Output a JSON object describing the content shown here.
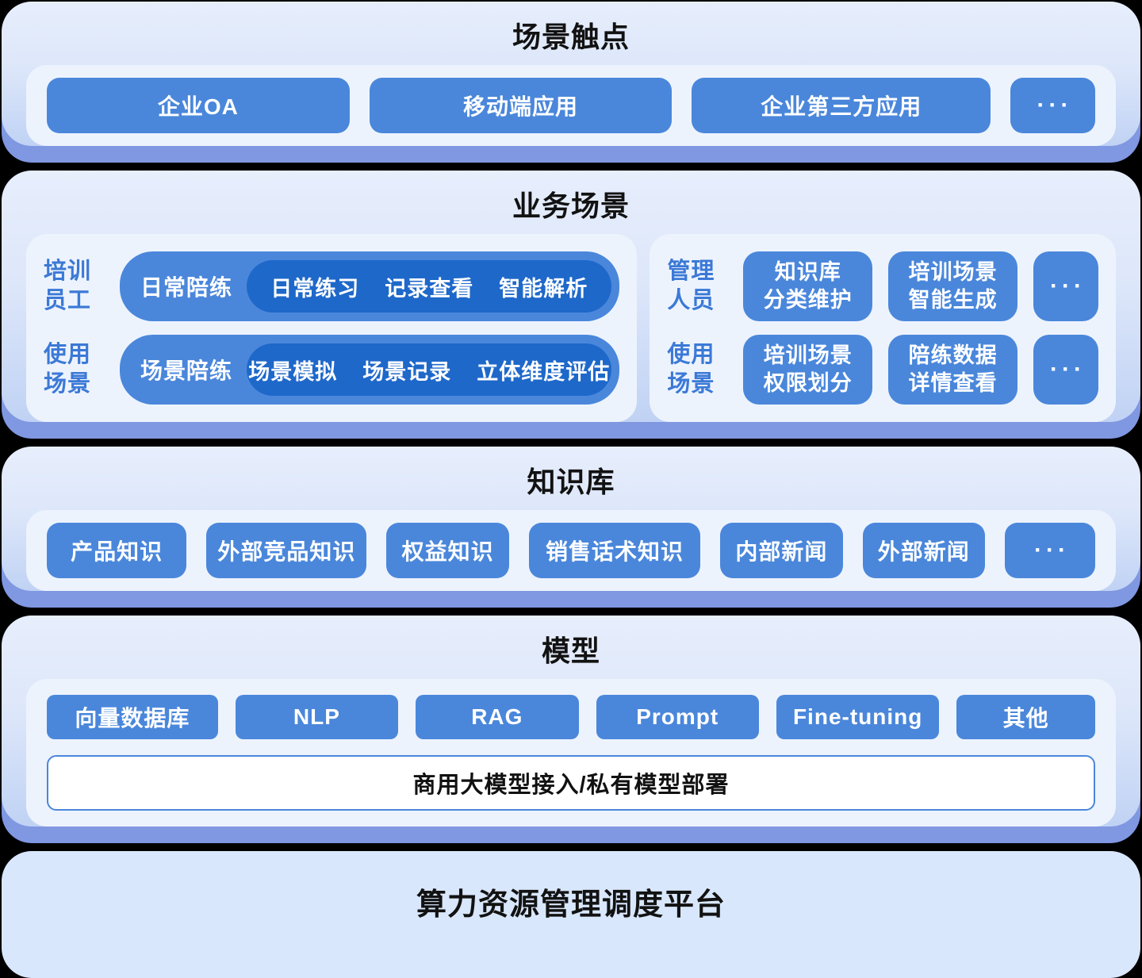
{
  "colors": {
    "page_background": "#000000",
    "card_background_top": "#e7eefc",
    "card_background_bottom": "#c0d2f4",
    "card_lip": "#8097e1",
    "panel_background": "#edf3fd",
    "button_blue": "#4a87db",
    "inner_pill_blue": "#1e68ca",
    "label_blue": "#3b79d6",
    "title_text": "#121212",
    "button_text": "#ffffff"
  },
  "touchpoints": {
    "title": "场景触点",
    "buttons": [
      "企业OA",
      "移动端应用",
      "企业第三方应用"
    ],
    "more": "···"
  },
  "business": {
    "title": "业务场景",
    "left": {
      "role_label_row1": "培训\n员工",
      "role_label_row2": "使用\n场景",
      "rows": [
        {
          "tag": "日常陪练",
          "items": [
            "日常练习",
            "记录查看",
            "智能解析"
          ]
        },
        {
          "tag": "场景陪练",
          "items": [
            "场景模拟",
            "场景记录",
            "立体维度评估"
          ]
        }
      ]
    },
    "right": {
      "role_label_row1": "管理\n人员",
      "role_label_row2": "使用\n场景",
      "rows": [
        {
          "buttons": [
            [
              "知识库",
              "分类维护"
            ],
            [
              "培训场景",
              "智能生成"
            ]
          ],
          "more": "···"
        },
        {
          "buttons": [
            [
              "培训场景",
              "权限划分"
            ],
            [
              "陪练数据",
              "详情查看"
            ]
          ],
          "more": "···"
        }
      ]
    }
  },
  "knowledge": {
    "title": "知识库",
    "buttons": [
      "产品知识",
      "外部竞品知识",
      "权益知识",
      "销售话术知识",
      "内部新闻",
      "外部新闻"
    ],
    "more": "···"
  },
  "model": {
    "title": "模型",
    "buttons": [
      "向量数据库",
      "NLP",
      "RAG",
      "Prompt",
      "Fine-tuning",
      "其他"
    ],
    "bar": "商用大模型接入/私有模型部署"
  },
  "platform": {
    "title": "算力资源管理调度平台"
  }
}
